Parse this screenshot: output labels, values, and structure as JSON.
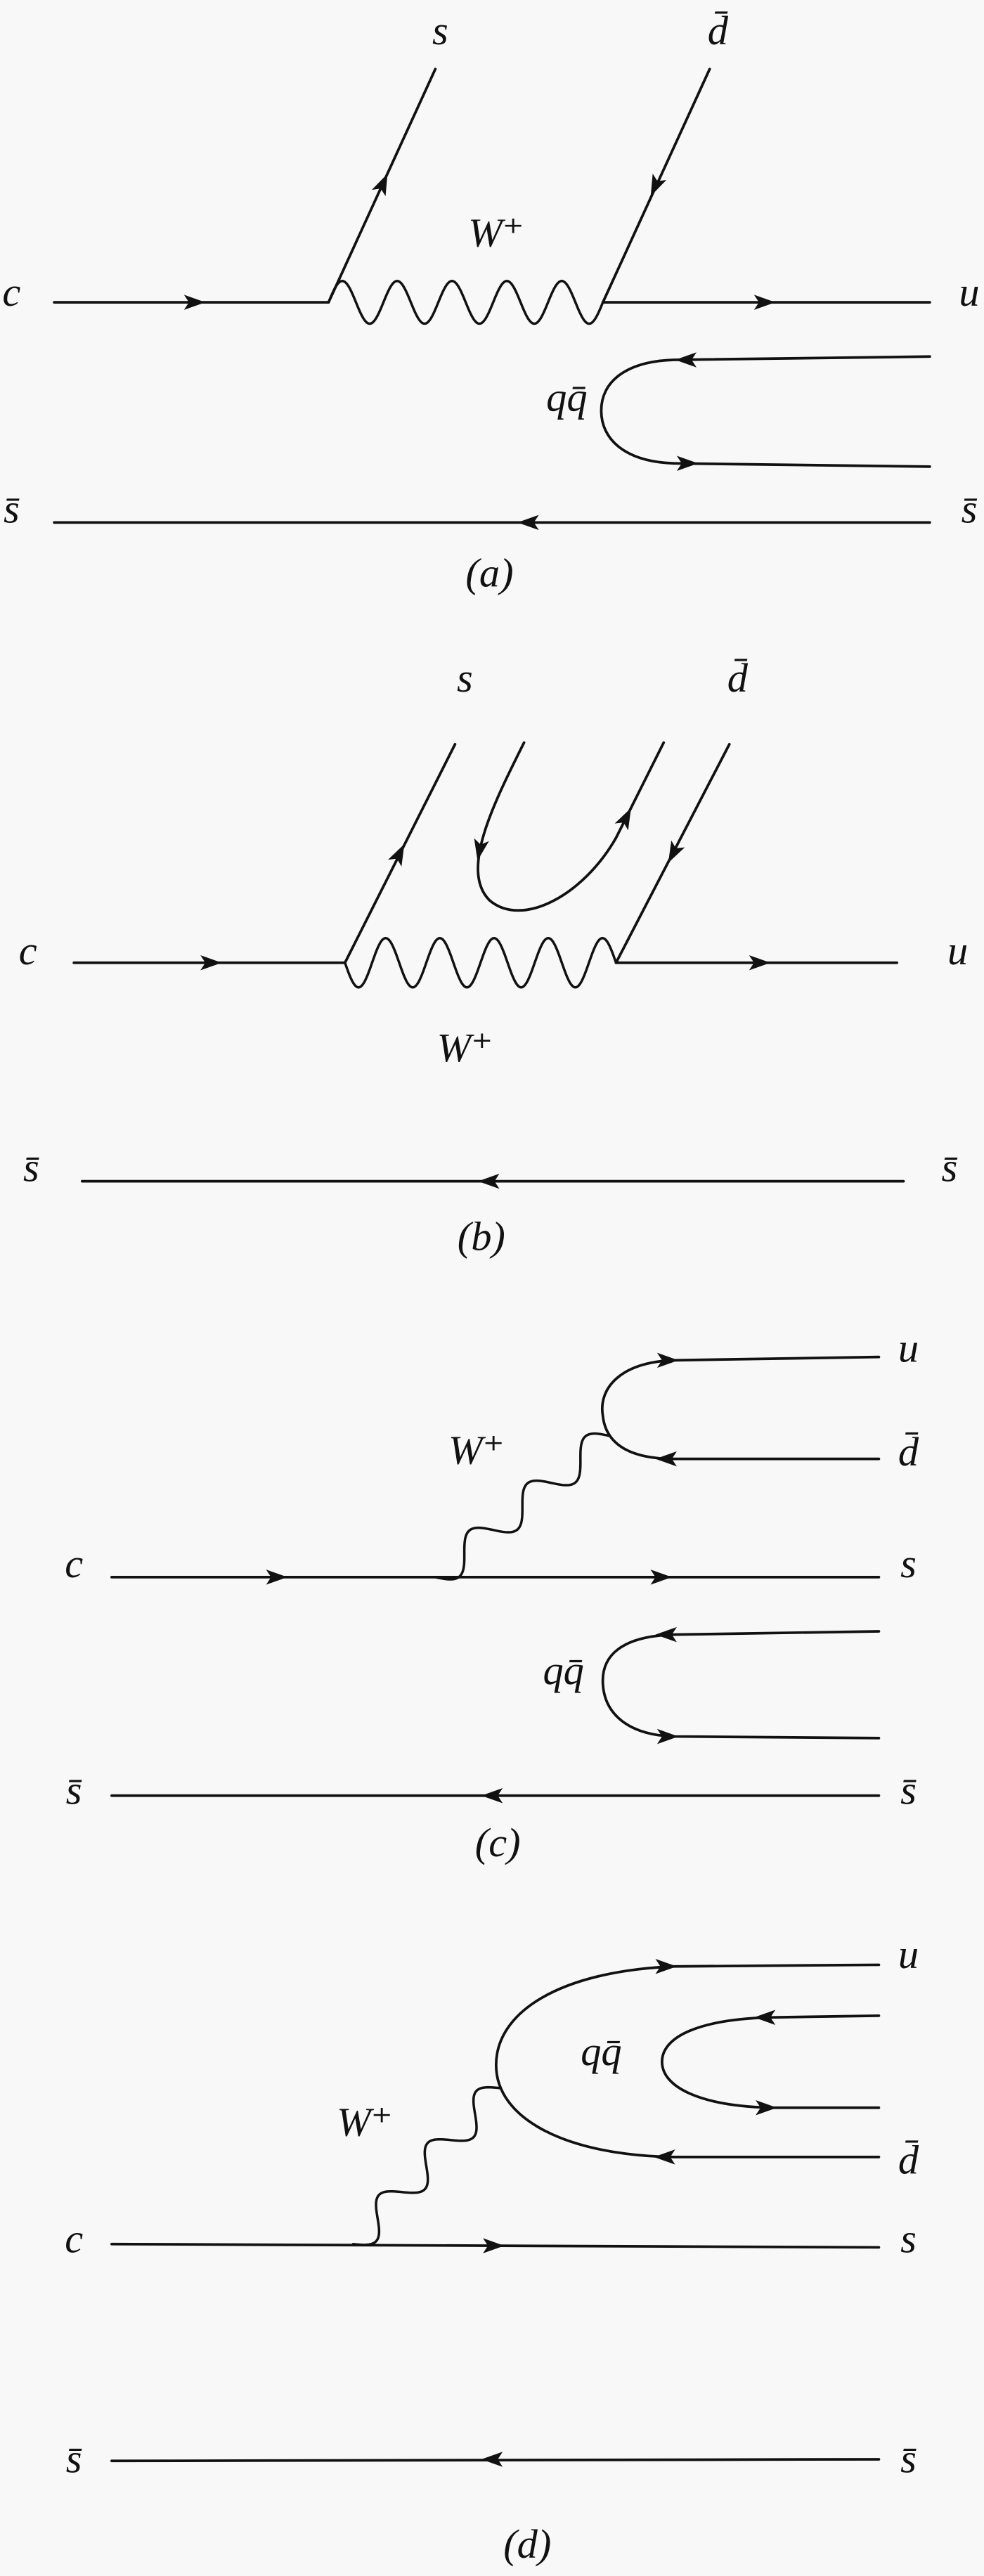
{
  "colors": {
    "ink": "#111111",
    "background": "#f8f8f8"
  },
  "diagrams": {
    "a": {
      "caption": "(a)",
      "c": "c",
      "s": "s",
      "dbar": "d̄",
      "w": "W⁺",
      "u": "u",
      "qqbar": "qq̄",
      "sbar_left": "s̄",
      "sbar_right": "s̄"
    },
    "b": {
      "caption": "(b)",
      "c": "c",
      "s": "s",
      "dbar": "d̄",
      "w": "W⁺",
      "u": "u",
      "sbar_left": "s̄",
      "sbar_right": "s̄"
    },
    "c": {
      "caption": "(c)",
      "c": "c",
      "s": "s",
      "dbar": "d̄",
      "w": "W⁺",
      "u": "u",
      "qqbar": "qq̄",
      "sbar_left": "s̄",
      "sbar_right": "s̄"
    },
    "d": {
      "caption": "(d)",
      "c": "c",
      "s": "s",
      "dbar": "d̄",
      "w": "W⁺",
      "u": "u",
      "qqbar": "qq̄",
      "sbar_left": "s̄",
      "sbar_right": "s̄"
    }
  }
}
